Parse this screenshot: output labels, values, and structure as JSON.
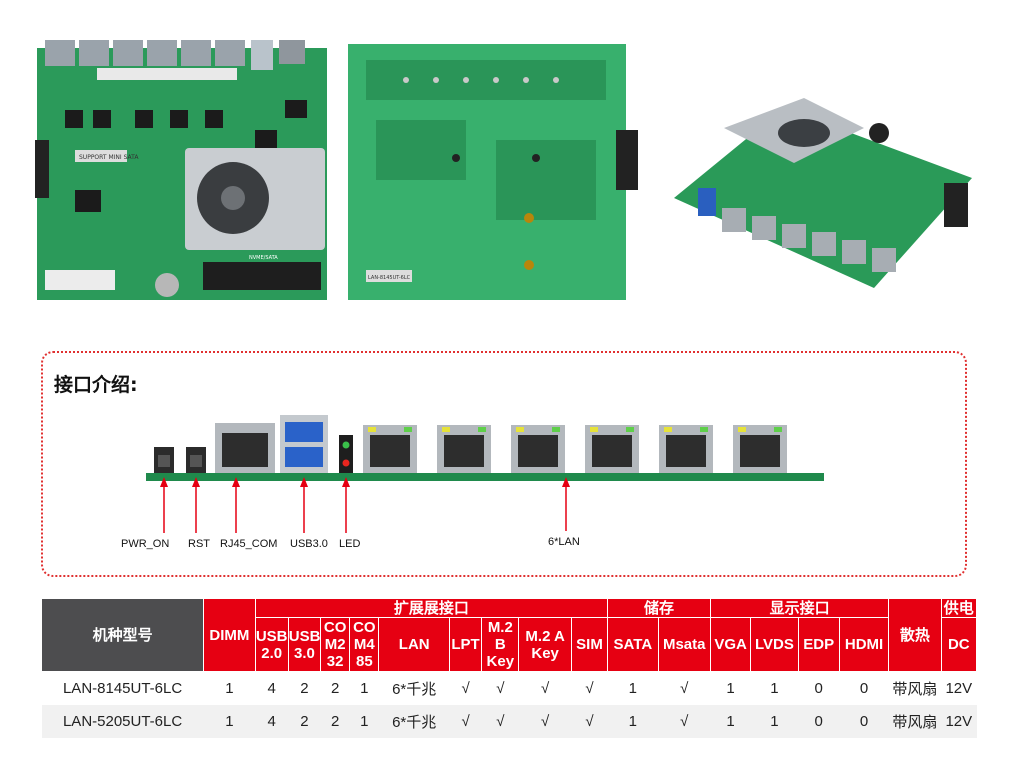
{
  "photos": {
    "top_board": {
      "labels": [
        "SUPPORT MINI SATA",
        "NVME/SATA"
      ]
    },
    "back_board": {
      "labels": [
        "LAN-8145UT-6LC"
      ]
    }
  },
  "interface": {
    "title": "接口介绍:",
    "labels": {
      "pwr_on": "PWR_ON",
      "rst": "RST",
      "rj45_com": "RJ45_COM",
      "usb30": "USB3.0",
      "led": "LED",
      "lan": "6*LAN"
    },
    "colors": {
      "border": "#e03030",
      "arrow": "#e60012",
      "pcb": "#1f8a4c"
    }
  },
  "table": {
    "model_header": "机种型号",
    "dimm_header": "DIMM",
    "groups": {
      "expansion": "扩展展接口",
      "storage": "储存",
      "display": "显示接口",
      "cooling": "散热",
      "power": "供电"
    },
    "columns": {
      "usb20": [
        "USB",
        "2.0"
      ],
      "usb30": [
        "USB",
        "3.0"
      ],
      "com232": [
        "CO",
        "M2",
        "32"
      ],
      "com485": [
        "CO",
        "M4",
        "85"
      ],
      "lan": "LAN",
      "lpt": "LPT",
      "m2b": [
        "M.2",
        "B",
        "Key"
      ],
      "m2a": [
        "M.2 A",
        "Key"
      ],
      "sim": "SIM",
      "sata": "SATA",
      "msata": "Msata",
      "vga": "VGA",
      "lvds": "LVDS",
      "edp": "EDP",
      "hdmi": "HDMI",
      "dc": "DC"
    },
    "rows": [
      {
        "model": "LAN-8145UT-6LC",
        "dimm": "1",
        "usb20": "4",
        "usb30": "2",
        "com232": "2",
        "com485": "1",
        "lan": "6*千兆",
        "lpt": "√",
        "m2b": "√",
        "m2a": "√",
        "sim": "√",
        "sata": "1",
        "msata": "√",
        "vga": "1",
        "lvds": "1",
        "edp": "0",
        "hdmi": "0",
        "cooling": "带风扇",
        "dc": "12V"
      },
      {
        "model": "LAN-5205UT-6LC",
        "dimm": "1",
        "usb20": "4",
        "usb30": "2",
        "com232": "2",
        "com485": "1",
        "lan": "6*千兆",
        "lpt": "√",
        "m2b": "√",
        "m2a": "√",
        "sim": "√",
        "sata": "1",
        "msata": "√",
        "vga": "1",
        "lvds": "1",
        "edp": "0",
        "hdmi": "0",
        "cooling": "带风扇",
        "dc": "12V"
      }
    ],
    "colors": {
      "header": "#e60012",
      "model_header": "#4d4d4f"
    }
  }
}
